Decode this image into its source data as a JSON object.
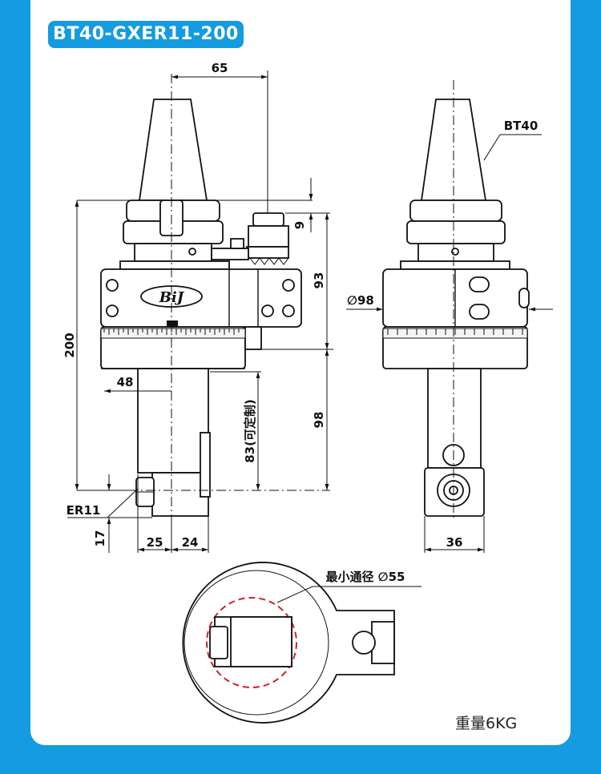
{
  "title": "BT40-GXER11-200",
  "dimensions": {
    "d65": "65",
    "d9": "9",
    "d93": "93",
    "d200": "200",
    "d48": "48",
    "d98": "98",
    "d83": "83(可定制)",
    "d17": "17",
    "d25": "25",
    "d24": "24",
    "d36": "36",
    "dia98": "∅98"
  },
  "labels": {
    "bt40": "BT40",
    "er11": "ER11",
    "logo": "BiJ",
    "min_clearance": "最小通径 ∅55"
  },
  "weight": "重量6KG",
  "colors": {
    "background": "#149be0",
    "card": "#ffffff",
    "title_tag": "#149be0",
    "clearance_circle": "#d0202a"
  }
}
